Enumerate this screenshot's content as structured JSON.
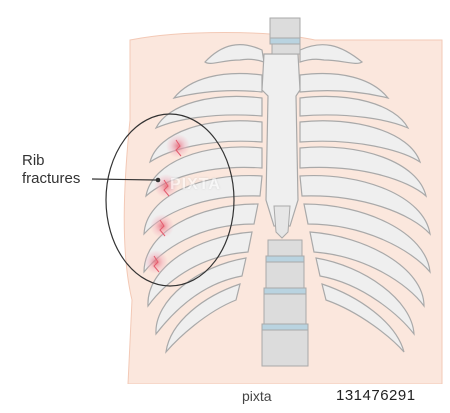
{
  "labels": {
    "rib_line1": "Rib",
    "rib_line2": "fractures"
  },
  "watermark": {
    "center_text": "PIXTA",
    "footer_logo": "pixta",
    "footer_id": "131476291"
  },
  "colors": {
    "skin": "#fbe7dd",
    "skin_outline": "#f3c9b6",
    "bone": "#efefef",
    "bone_shade": "#d9d9d9",
    "bone_outline": "#a9a9a9",
    "cartilage": "#f7f7f7",
    "spine_blue": "#b9d3e0",
    "fracture_red": "#e35a6d",
    "fracture_glow": "#f2b3bf",
    "leader_line": "#333333"
  }
}
